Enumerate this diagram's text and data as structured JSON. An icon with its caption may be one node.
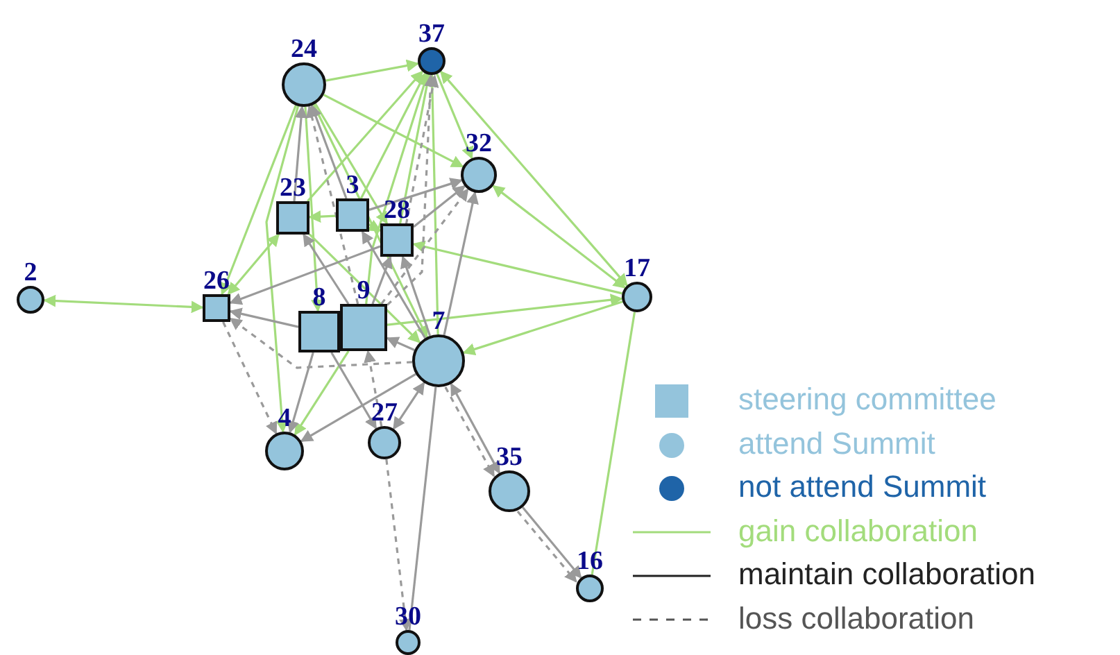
{
  "diagram": {
    "nodes": [
      {
        "text": [
          "24"
        ]
      },
      {
        "text": [
          "37"
        ]
      },
      {
        "text": [
          "32"
        ]
      },
      {
        "text": [
          "23"
        ]
      },
      {
        "text": [
          "3"
        ]
      },
      {
        "text": [
          "28"
        ]
      },
      {
        "text": [
          "2"
        ]
      },
      {
        "text": [
          "26"
        ]
      },
      {
        "text": [
          "8"
        ]
      },
      {
        "text": [
          "9"
        ]
      },
      {
        "text": [
          "17"
        ]
      },
      {
        "text": [
          "7"
        ]
      },
      {
        "text": [
          "4"
        ]
      },
      {
        "text": [
          "27"
        ]
      },
      {
        "text": [
          "35"
        ]
      },
      {
        "text": [
          "16"
        ]
      },
      {
        "text": [
          "30"
        ]
      }
    ],
    "edges": [
      {
        "from": 0,
        "to": 1,
        "arrow": "to",
        "color": "#a3dc7c"
      },
      {
        "from": 0,
        "to": 2,
        "arrow": "to",
        "color": "#a3dc7c"
      },
      {
        "from": 0,
        "to": 7,
        "arrow": "to",
        "color": "#a3dc7c"
      },
      {
        "from": 0,
        "to": 12,
        "arrow": "to",
        "color": "#a3dc7c"
      },
      {
        "from": 0,
        "to": 8,
        "arrow": "to",
        "color": "#a3dc7c"
      },
      {
        "from": 0,
        "to": 5,
        "arrow": "to",
        "color": "#a3dc7c"
      },
      {
        "from": 0,
        "to": 11,
        "arrow": "to",
        "color": "#a3dc7c"
      },
      {
        "from": 1,
        "to": 2,
        "arrow": "to",
        "color": "#a3dc7c"
      },
      {
        "from": 1,
        "to": 10,
        "arrow": "both",
        "color": "#a3dc7c"
      },
      {
        "from": 10,
        "to": 2,
        "arrow": "both",
        "color": "#a3dc7c"
      },
      {
        "from": 10,
        "to": 5,
        "arrow": "to",
        "color": "#a3dc7c"
      },
      {
        "from": 10,
        "to": 11,
        "arrow": "to",
        "color": "#a3dc7c"
      },
      {
        "from": 9,
        "to": 10,
        "arrow": "to",
        "color": "#a3dc7c"
      },
      {
        "from": 10,
        "to": 15,
        "arrow": "none",
        "color": "#a3dc7c"
      },
      {
        "from": 6,
        "to": 7,
        "arrow": "both",
        "color": "#a3dc7c"
      },
      {
        "from": 3,
        "to": 1,
        "arrow": "to",
        "color": "#a3dc7c"
      },
      {
        "from": 4,
        "to": 1,
        "arrow": "to",
        "color": "#a3dc7c"
      },
      {
        "from": 5,
        "to": 1,
        "arrow": "to",
        "color": "#a3dc7c"
      },
      {
        "from": 11,
        "to": 1,
        "arrow": "to",
        "color": "#a3dc7c"
      },
      {
        "from": 9,
        "to": 1,
        "arrow": "to",
        "color": "#a3dc7c"
      },
      {
        "from": 3,
        "to": 7,
        "arrow": "both",
        "color": "#a3dc7c"
      },
      {
        "from": 4,
        "to": 3,
        "arrow": "to",
        "color": "#a3dc7c"
      },
      {
        "from": 4,
        "to": 5,
        "arrow": "to",
        "color": "#a3dc7c"
      },
      {
        "from": 9,
        "to": 12,
        "arrow": "to",
        "color": "#a3dc7c"
      },
      {
        "from": 3,
        "to": 11,
        "arrow": "to",
        "color": "#a3dc7c"
      },
      {
        "from": 3,
        "to": 0,
        "arrow": "to"
      },
      {
        "from": 4,
        "to": 0,
        "arrow": "to"
      },
      {
        "from": 9,
        "to": 0,
        "arrow": "to",
        "style": "dashed"
      },
      {
        "from": 11,
        "to": 2,
        "arrow": "to"
      },
      {
        "from": 5,
        "to": 2,
        "arrow": "to"
      },
      {
        "from": 4,
        "to": 2,
        "arrow": "to"
      },
      {
        "from": 9,
        "to": 2,
        "arrow": "to",
        "style": "dashed"
      },
      {
        "from": 9,
        "to": 1,
        "arrow": "to",
        "style": "dashed"
      },
      {
        "from": 5,
        "to": 1,
        "arrow": "to",
        "style": "dashed"
      },
      {
        "from": 8,
        "to": 7,
        "arrow": "to"
      },
      {
        "from": 5,
        "to": 7,
        "arrow": "to"
      },
      {
        "from": 11,
        "to": 7,
        "arrow": "to",
        "style": "dashed"
      },
      {
        "from": 7,
        "to": 12,
        "arrow": "to",
        "style": "dashed"
      },
      {
        "from": 8,
        "to": 12,
        "arrow": "to"
      },
      {
        "from": 11,
        "to": 12,
        "arrow": "to"
      },
      {
        "from": 11,
        "to": 13,
        "arrow": "both"
      },
      {
        "from": 8,
        "to": 13,
        "arrow": "to"
      },
      {
        "from": 13,
        "to": 9,
        "arrow": "to",
        "style": "dashed"
      },
      {
        "from": 11,
        "to": 16,
        "arrow": "none"
      },
      {
        "from": 13,
        "to": 16,
        "arrow": "to",
        "style": "dashed"
      },
      {
        "from": 14,
        "to": 11,
        "arrow": "both"
      },
      {
        "from": 11,
        "to": 14,
        "arrow": "to",
        "style": "dashed"
      },
      {
        "from": 14,
        "to": 15,
        "arrow": "to"
      },
      {
        "from": 14,
        "to": 15,
        "arrow": "to",
        "style": "dashed"
      },
      {
        "from": 9,
        "to": 3,
        "arrow": "to"
      },
      {
        "from": 11,
        "to": 4,
        "arrow": "to"
      },
      {
        "from": 11,
        "to": 5,
        "arrow": "to"
      },
      {
        "from": 9,
        "to": 5,
        "arrow": "to"
      },
      {
        "from": 11,
        "to": 9,
        "arrow": "to"
      }
    ],
    "legend": [
      {
        "text": "steering committee",
        "color": "#94c4dc"
      },
      {
        "text": "attend Summit",
        "color": "#94c4dc"
      },
      {
        "text": "not attend Summit",
        "color": "#1f64a8"
      },
      {
        "text": "gain collaboration"
      },
      {
        "text": "maintain collaboration"
      },
      {
        "text": "loss collaboration"
      }
    ]
  }
}
